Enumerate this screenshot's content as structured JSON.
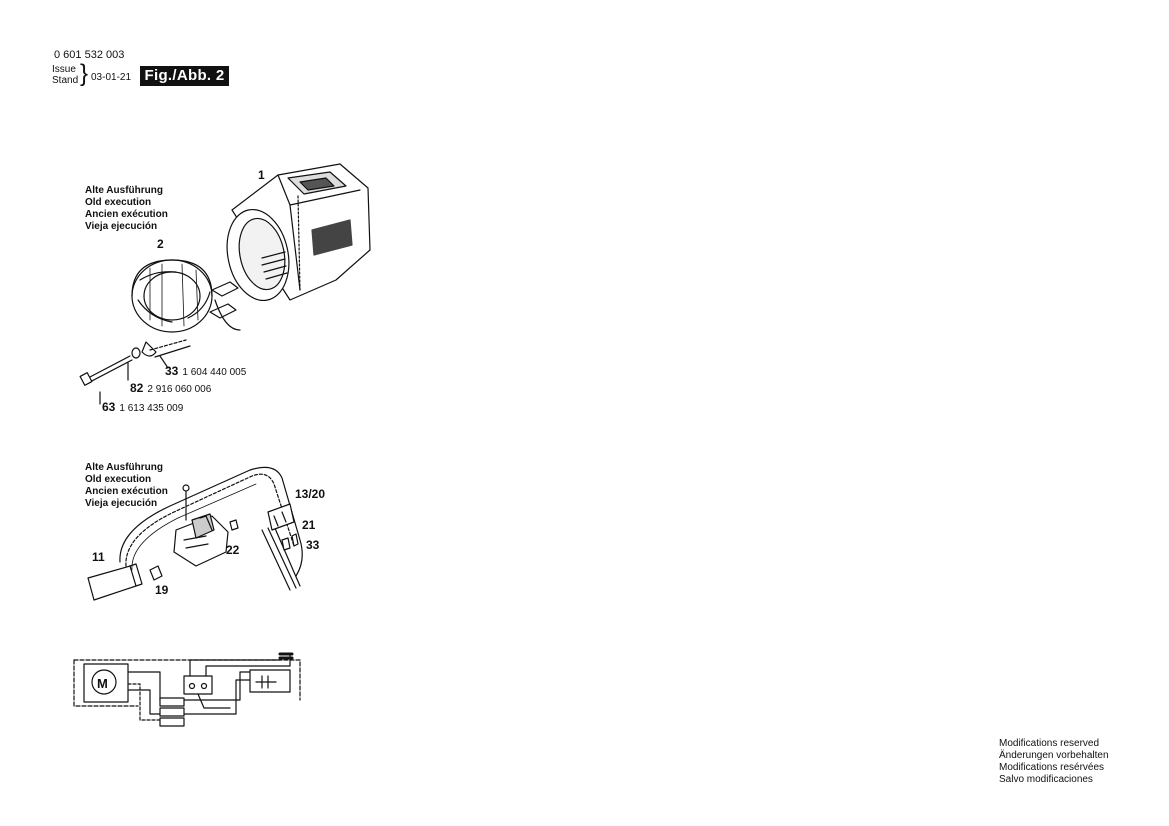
{
  "header": {
    "part_number": "0 601 532 003",
    "issue_label_1": "Issue",
    "issue_label_2": "Stand",
    "issue_date": "03-01-21",
    "figure_label": "Fig./Abb. 2"
  },
  "section1": {
    "note": [
      "Alte Ausführung",
      "Old execution",
      "Ancien exécution",
      "Vieja ejecución"
    ],
    "callouts": {
      "housing": "1",
      "field": "2",
      "c33": "33",
      "c33_pn": "1 604 440 005",
      "c82": "82",
      "c82_pn": "2 916 060 006",
      "c63": "63",
      "c63_pn": "1 613 435 009"
    }
  },
  "section2": {
    "note": [
      "Alte Ausführung",
      "Old execution",
      "Ancien exécution",
      "Vieja ejecución"
    ],
    "callouts": {
      "c13_20": "13/20",
      "c21": "21",
      "c33": "33",
      "c22": "22",
      "c11": "11",
      "c19": "19"
    }
  },
  "schematic": {
    "motor_label": "M"
  },
  "footer": {
    "modifications": [
      "Modifications reserved",
      "Änderungen vorbehalten",
      "Modifications resérvées",
      "Salvo modificaciones"
    ]
  }
}
